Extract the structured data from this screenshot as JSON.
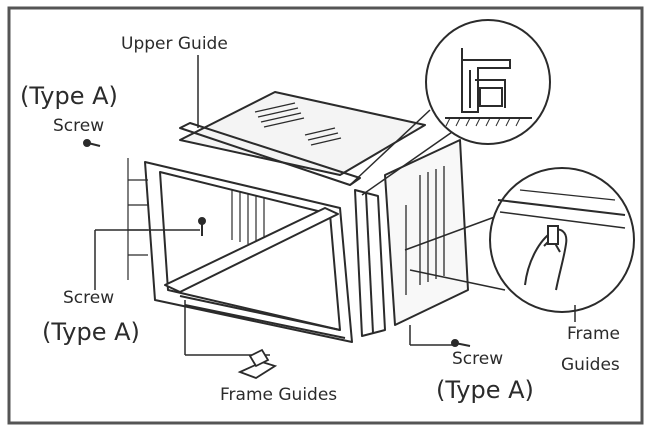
{
  "labels": {
    "upper_guide": "Upper Guide",
    "type_a_top": "(Type A)",
    "screw_top": "Screw",
    "screw_left": "Screw",
    "type_a_left": "(Type A)",
    "frame_guides_bottom": "Frame Guides",
    "screw_right": "Screw",
    "type_a_right": "(Type A)",
    "frame_right_line1": "Frame",
    "frame_right_line2": "Guides"
  },
  "colors": {
    "ink": "#2b2b2b",
    "border": "#555555",
    "background": "#ffffff"
  }
}
